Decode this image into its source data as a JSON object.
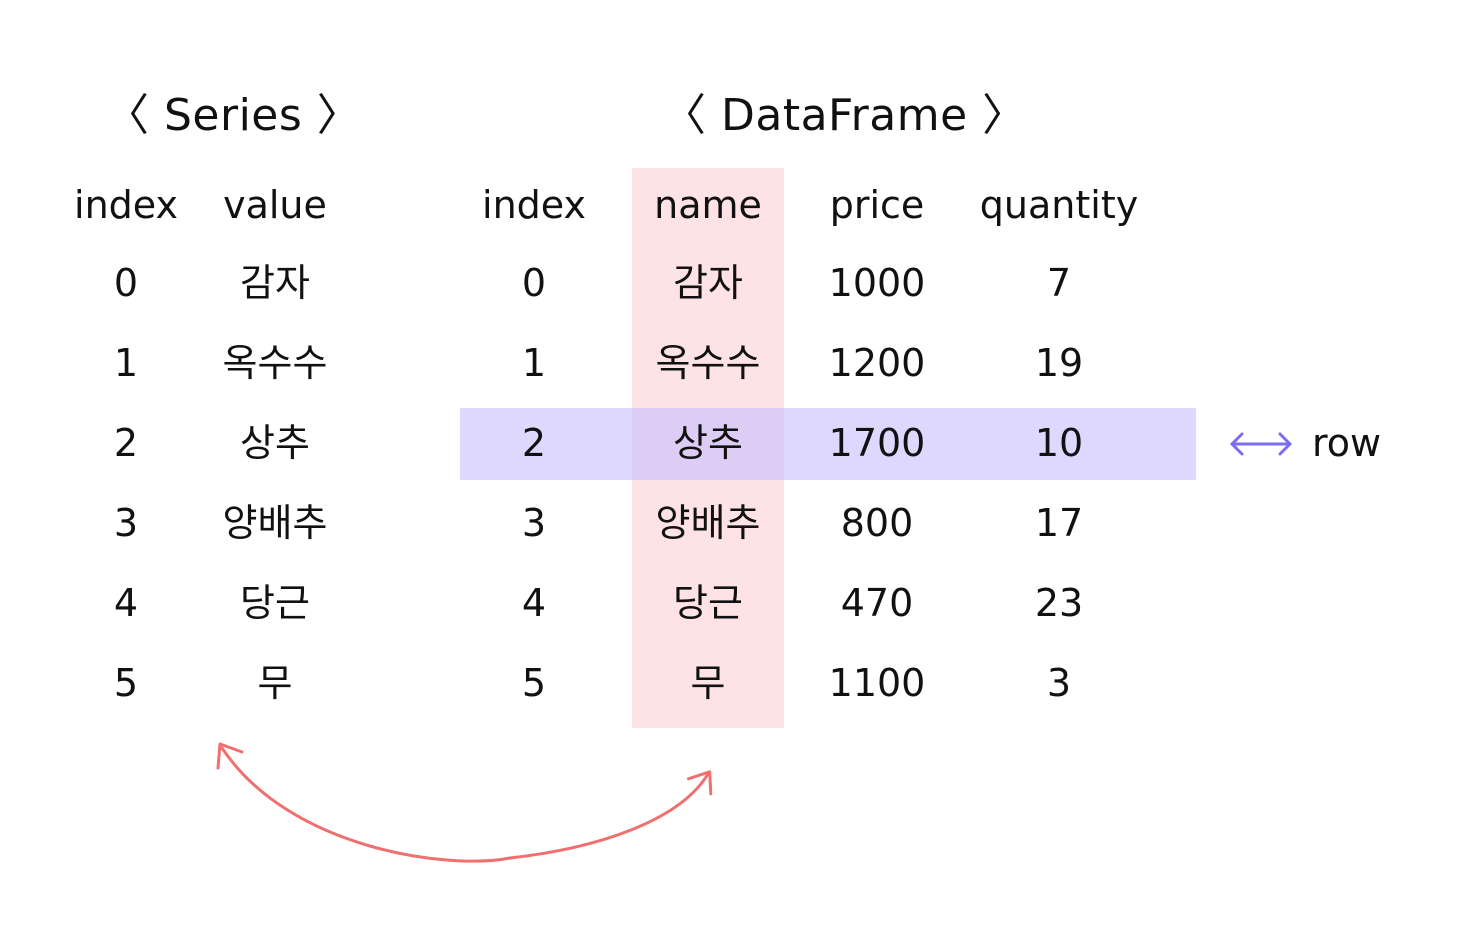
{
  "colors": {
    "column_highlight": "#fde3e5",
    "row_highlight": "#c8beff",
    "row_arrow": "#7b6cf0",
    "curve_arrow": "#f07070"
  },
  "series": {
    "title": "〈 Series 〉",
    "headers": [
      "index",
      "value"
    ],
    "rows": [
      [
        "0",
        "감자"
      ],
      [
        "1",
        "옥수수"
      ],
      [
        "2",
        "상추"
      ],
      [
        "3",
        "양배추"
      ],
      [
        "4",
        "당근"
      ],
      [
        "5",
        "무"
      ]
    ]
  },
  "dataframe": {
    "title": "〈 DataFrame 〉",
    "headers": [
      "index",
      "name",
      "price",
      "quantity"
    ],
    "rows": [
      [
        "0",
        "감자",
        "1000",
        "7"
      ],
      [
        "1",
        "옥수수",
        "1200",
        "19"
      ],
      [
        "2",
        "상추",
        "1700",
        "10"
      ],
      [
        "3",
        "양배추",
        "800",
        "17"
      ],
      [
        "4",
        "당근",
        "470",
        "23"
      ],
      [
        "5",
        "무",
        "1100",
        "3"
      ]
    ],
    "highlighted_column": "name",
    "highlighted_row_index": "2"
  },
  "row_indicator": {
    "label": "row",
    "icon": "double-arrow-icon"
  },
  "connector": {
    "icon": "curved-double-arrow-icon"
  }
}
